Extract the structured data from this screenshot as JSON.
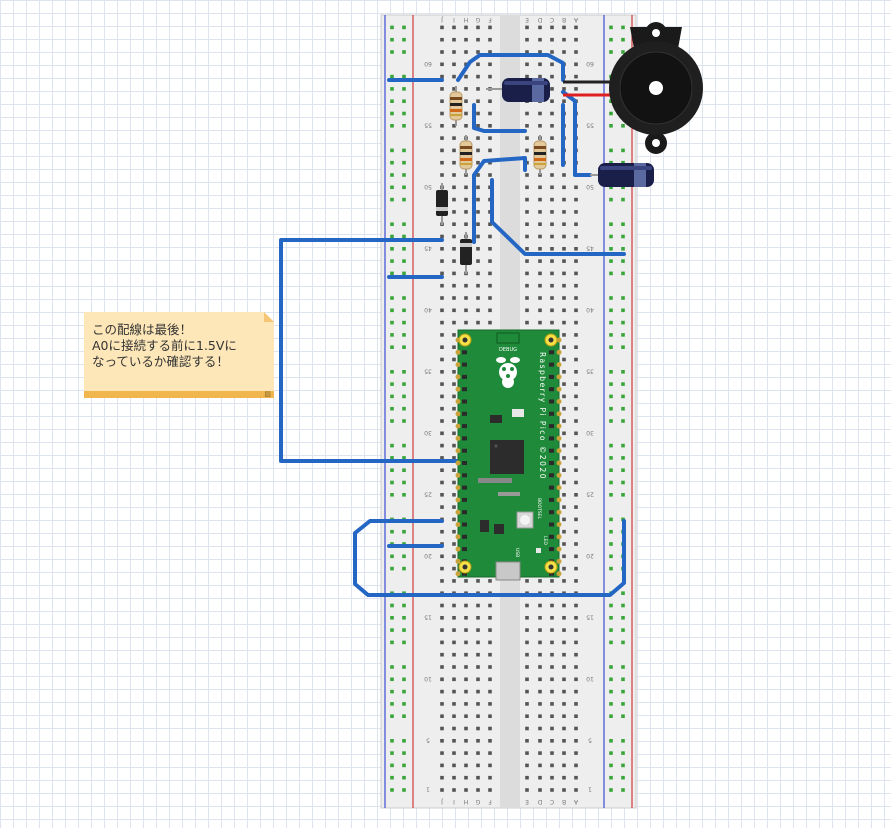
{
  "breadboard": {
    "row_numbers": [
      "1",
      "5",
      "10",
      "15",
      "20",
      "25",
      "30",
      "35",
      "40",
      "45",
      "50",
      "55",
      "60"
    ],
    "column_letters_left": [
      "J",
      "I",
      "H",
      "G",
      "F"
    ],
    "column_letters_right": [
      "E",
      "D",
      "C",
      "B",
      "A"
    ]
  },
  "pico": {
    "silkscreen_name": "Raspberry Pi Pico ©2020",
    "debug_label": "DEBUG",
    "bootsel_label": "BOOTSEL",
    "usb_label": "USB",
    "led_label": "LED"
  },
  "note": {
    "lines": [
      "この配線は最後！",
      "A0に接続する前に1.5Vに",
      "なっているか確認する！"
    ]
  },
  "colors": {
    "wire": "#2466c4",
    "rail_red": "#d23a3a",
    "rail_blue": "#3a4fd2",
    "pcb": "#1f8a3a",
    "hole_green": "#3aa63a",
    "hole_dark": "#555555",
    "note_bg": "#fde7b8"
  }
}
